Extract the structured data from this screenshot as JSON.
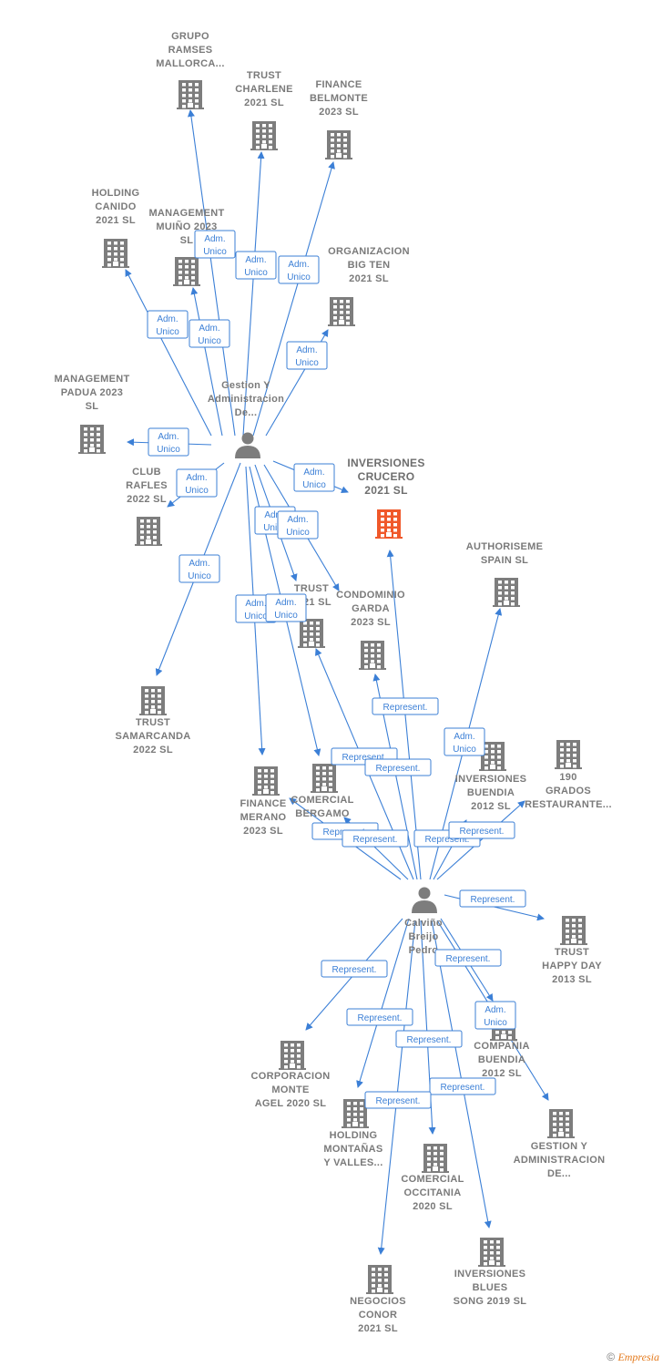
{
  "colors": {
    "edge": "#3b7fd6",
    "building": "#7d7d7d",
    "highlight": "#f0582a",
    "person": "#7d7d7d"
  },
  "nodes": [
    {
      "id": "grupo_ramses",
      "type": "company",
      "lines": [
        "GRUPO",
        "RAMSES",
        "MALLORCA..."
      ]
    },
    {
      "id": "trust_charlene",
      "type": "company",
      "lines": [
        "TRUST",
        "CHARLENE",
        "2021  SL"
      ]
    },
    {
      "id": "finance_belmonte",
      "type": "company",
      "lines": [
        "FINANCE",
        "BELMONTE",
        "2023  SL"
      ]
    },
    {
      "id": "holding_canido",
      "type": "company",
      "lines": [
        "HOLDING",
        "CANIDO",
        "2021  SL"
      ]
    },
    {
      "id": "management_muino",
      "type": "company",
      "lines": [
        "MANAGEMENT",
        "MUIÑO 2023",
        "SL"
      ]
    },
    {
      "id": "organizacion_big_ten",
      "type": "company",
      "lines": [
        "ORGANIZACION",
        "BIG TEN",
        "2021  SL"
      ]
    },
    {
      "id": "management_padua",
      "type": "company",
      "lines": [
        "MANAGEMENT",
        "PADUA 2023",
        "SL"
      ]
    },
    {
      "id": "gestion_person",
      "type": "person",
      "lines": [
        "Gestion Y",
        "Administracion",
        "De..."
      ]
    },
    {
      "id": "club_rafles",
      "type": "company",
      "lines": [
        "CLUB",
        "RAFLES",
        "2022  SL"
      ]
    },
    {
      "id": "inversiones_crucero",
      "type": "company",
      "highlight": true,
      "lines": [
        "INVERSIONES",
        "CRUCERO",
        "2021  SL"
      ]
    },
    {
      "id": "authoriseme_spain",
      "type": "company",
      "lines": [
        "AUTHORISEME",
        "SPAIN  SL"
      ]
    },
    {
      "id": "trust_2021",
      "type": "company",
      "lines": [
        "TRUST",
        "2021  SL"
      ]
    },
    {
      "id": "condominio_garda",
      "type": "company",
      "lines": [
        "CONDOMINIO",
        "GARDA",
        "2023  SL"
      ]
    },
    {
      "id": "trust_samarcanda",
      "type": "company",
      "lines": [
        "TRUST",
        "SAMARCANDA",
        "2022  SL"
      ]
    },
    {
      "id": "finance_merano",
      "type": "company",
      "lines": [
        "FINANCE",
        "MERANO",
        "2023  SL"
      ]
    },
    {
      "id": "comercial_bergamo",
      "type": "company",
      "lines": [
        "COMERCIAL",
        "BERGAMO",
        "20..."
      ]
    },
    {
      "id": "inversiones_buendia",
      "type": "company",
      "lines": [
        "INVERSIONES",
        "BUENDIA",
        "2012 SL"
      ]
    },
    {
      "id": "190_grados",
      "type": "company",
      "lines": [
        "190",
        "GRADOS",
        "RESTAURANTE..."
      ]
    },
    {
      "id": "calvino_person",
      "type": "person",
      "lines": [
        "Calviño",
        "Breijo",
        "Pedro"
      ]
    },
    {
      "id": "trust_happy_day",
      "type": "company",
      "lines": [
        "TRUST",
        "HAPPY DAY",
        "2013  SL"
      ]
    },
    {
      "id": "corporacion_monte_agel",
      "type": "company",
      "lines": [
        "CORPORACION",
        "MONTE",
        "AGEL 2020  SL"
      ]
    },
    {
      "id": "compania_buendia",
      "type": "company",
      "lines": [
        "COMPAÑIA",
        "BUENDIA",
        "2012 SL"
      ]
    },
    {
      "id": "holding_montanas",
      "type": "company",
      "lines": [
        "HOLDING",
        "MONTAÑAS",
        "Y VALLES..."
      ]
    },
    {
      "id": "gestion_admin_de",
      "type": "company",
      "lines": [
        "GESTION Y",
        "ADMINISTRACION",
        "DE..."
      ]
    },
    {
      "id": "comercial_occitania",
      "type": "company",
      "lines": [
        "COMERCIAL",
        "OCCITANIA",
        "2020  SL"
      ]
    },
    {
      "id": "inversiones_blues",
      "type": "company",
      "lines": [
        "INVERSIONES",
        "BLUES",
        "SONG 2019  SL"
      ]
    },
    {
      "id": "negocios_conor",
      "type": "company",
      "lines": [
        "NEGOCIOS",
        "CONOR",
        "2021  SL"
      ]
    }
  ],
  "edges": [
    {
      "from": "gestion_person",
      "to": "grupo_ramses",
      "lines": [
        "Adm.",
        "Unico"
      ]
    },
    {
      "from": "gestion_person",
      "to": "trust_charlene",
      "lines": [
        "Adm.",
        "Unico"
      ]
    },
    {
      "from": "gestion_person",
      "to": "finance_belmonte",
      "lines": [
        "Adm.",
        "Unico"
      ]
    },
    {
      "from": "gestion_person",
      "to": "holding_canido",
      "lines": [
        "Adm.",
        "Unico"
      ]
    },
    {
      "from": "gestion_person",
      "to": "management_muino",
      "lines": [
        "Adm.",
        "Unico"
      ]
    },
    {
      "from": "gestion_person",
      "to": "organizacion_big_ten",
      "lines": [
        "Adm.",
        "Unico"
      ]
    },
    {
      "from": "gestion_person",
      "to": "management_padua",
      "lines": [
        "Adm.",
        "Unico"
      ]
    },
    {
      "from": "gestion_person",
      "to": "club_rafles",
      "lines": [
        "Adm.",
        "Unico"
      ]
    },
    {
      "from": "gestion_person",
      "to": "inversiones_crucero",
      "lines": [
        "Adm.",
        "Unico"
      ]
    },
    {
      "from": "gestion_person",
      "to": "trust_samarcanda",
      "lines": [
        "Adm.",
        "Unico"
      ]
    },
    {
      "from": "gestion_person",
      "to": "trust_2021",
      "lines": [
        "Adm.",
        "Unico"
      ]
    },
    {
      "from": "gestion_person",
      "to": "condominio_garda",
      "lines": [
        "Adm.",
        "Unico"
      ]
    },
    {
      "from": "gestion_person",
      "to": "finance_merano",
      "lines": [
        "Adm.",
        "Unico"
      ]
    },
    {
      "from": "gestion_person",
      "to": "comercial_bergamo",
      "lines": [
        "Adm.",
        "Unico"
      ]
    },
    {
      "from": "calvino_person",
      "to": "inversiones_crucero",
      "lines": [
        "Represent."
      ]
    },
    {
      "from": "calvino_person",
      "to": "authoriseme_spain",
      "lines": [
        "Adm.",
        "Unico"
      ]
    },
    {
      "from": "calvino_person",
      "to": "trust_2021",
      "lines": [
        "Represent."
      ]
    },
    {
      "from": "calvino_person",
      "to": "condominio_garda",
      "lines": [
        "Represent."
      ]
    },
    {
      "from": "calvino_person",
      "to": "finance_merano",
      "lines": [
        "Represent."
      ]
    },
    {
      "from": "calvino_person",
      "to": "comercial_bergamo",
      "lines": [
        "Represent."
      ]
    },
    {
      "from": "calvino_person",
      "to": "inversiones_buendia",
      "lines": [
        "Represent."
      ]
    },
    {
      "from": "calvino_person",
      "to": "190_grados",
      "lines": [
        "Represent."
      ]
    },
    {
      "from": "calvino_person",
      "to": "trust_happy_day",
      "lines": [
        "Represent."
      ]
    },
    {
      "from": "calvino_person",
      "to": "corporacion_monte_agel",
      "lines": [
        "Represent."
      ]
    },
    {
      "from": "calvino_person",
      "to": "compania_buendia",
      "lines": [
        "Adm.",
        "Unico"
      ]
    },
    {
      "from": "calvino_person",
      "to": "holding_montanas",
      "lines": [
        "Represent."
      ]
    },
    {
      "from": "calvino_person",
      "to": "gestion_admin_de",
      "lines": [
        "Represent."
      ]
    },
    {
      "from": "calvino_person",
      "to": "comercial_occitania",
      "lines": [
        "Represent."
      ]
    },
    {
      "from": "calvino_person",
      "to": "inversiones_blues",
      "lines": [
        "Represent."
      ]
    },
    {
      "from": "calvino_person",
      "to": "negocios_conor",
      "lines": [
        "Represent."
      ]
    }
  ],
  "footer": {
    "copyright": "©",
    "brand": "Empresia"
  }
}
